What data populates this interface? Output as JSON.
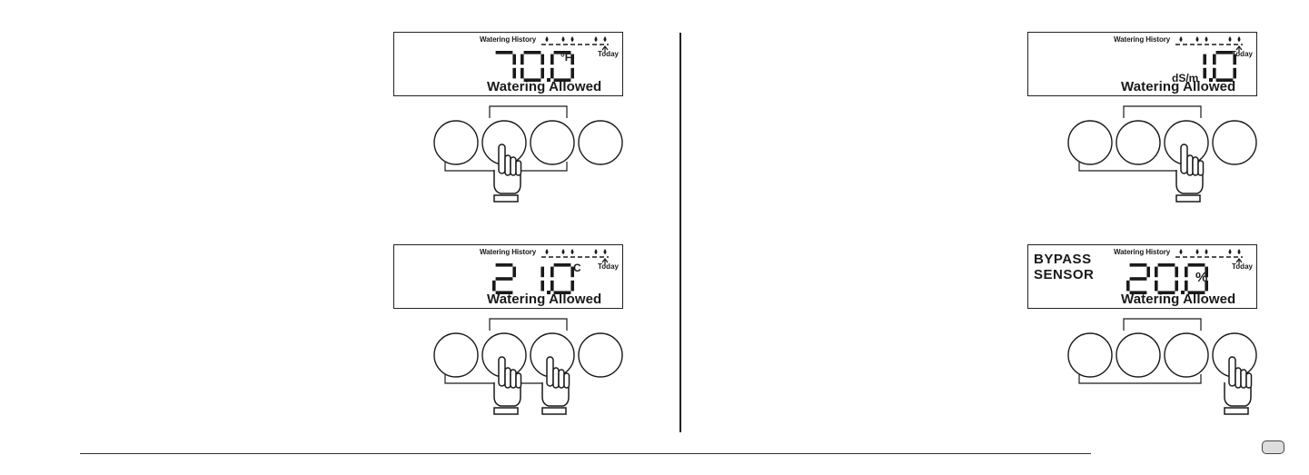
{
  "screens": [
    {
      "watering_history_label": "Watering History",
      "reading": "70.0",
      "unit": "°F",
      "today_label": "Today",
      "status": "Watering Allowed",
      "mode_lines": [],
      "pressed_buttons": [
        2
      ]
    },
    {
      "watering_history_label": "Watering History",
      "reading": "1.0",
      "unit": "dS/m",
      "today_label": "Today",
      "status": "Watering Allowed",
      "mode_lines": [],
      "pressed_buttons": [
        3
      ]
    },
    {
      "watering_history_label": "Watering History",
      "reading": "21.0",
      "unit": "C",
      "today_label": "Today",
      "status": "Watering Allowed",
      "mode_lines": [],
      "pressed_buttons": [
        2,
        3
      ]
    },
    {
      "watering_history_label": "Watering History",
      "reading": "20.0",
      "unit": "%",
      "today_label": "Today",
      "status": "Watering Allowed",
      "mode_lines": [
        "BYPASS",
        "SENSOR"
      ],
      "pressed_buttons": [
        4
      ]
    }
  ],
  "button_count": 4
}
